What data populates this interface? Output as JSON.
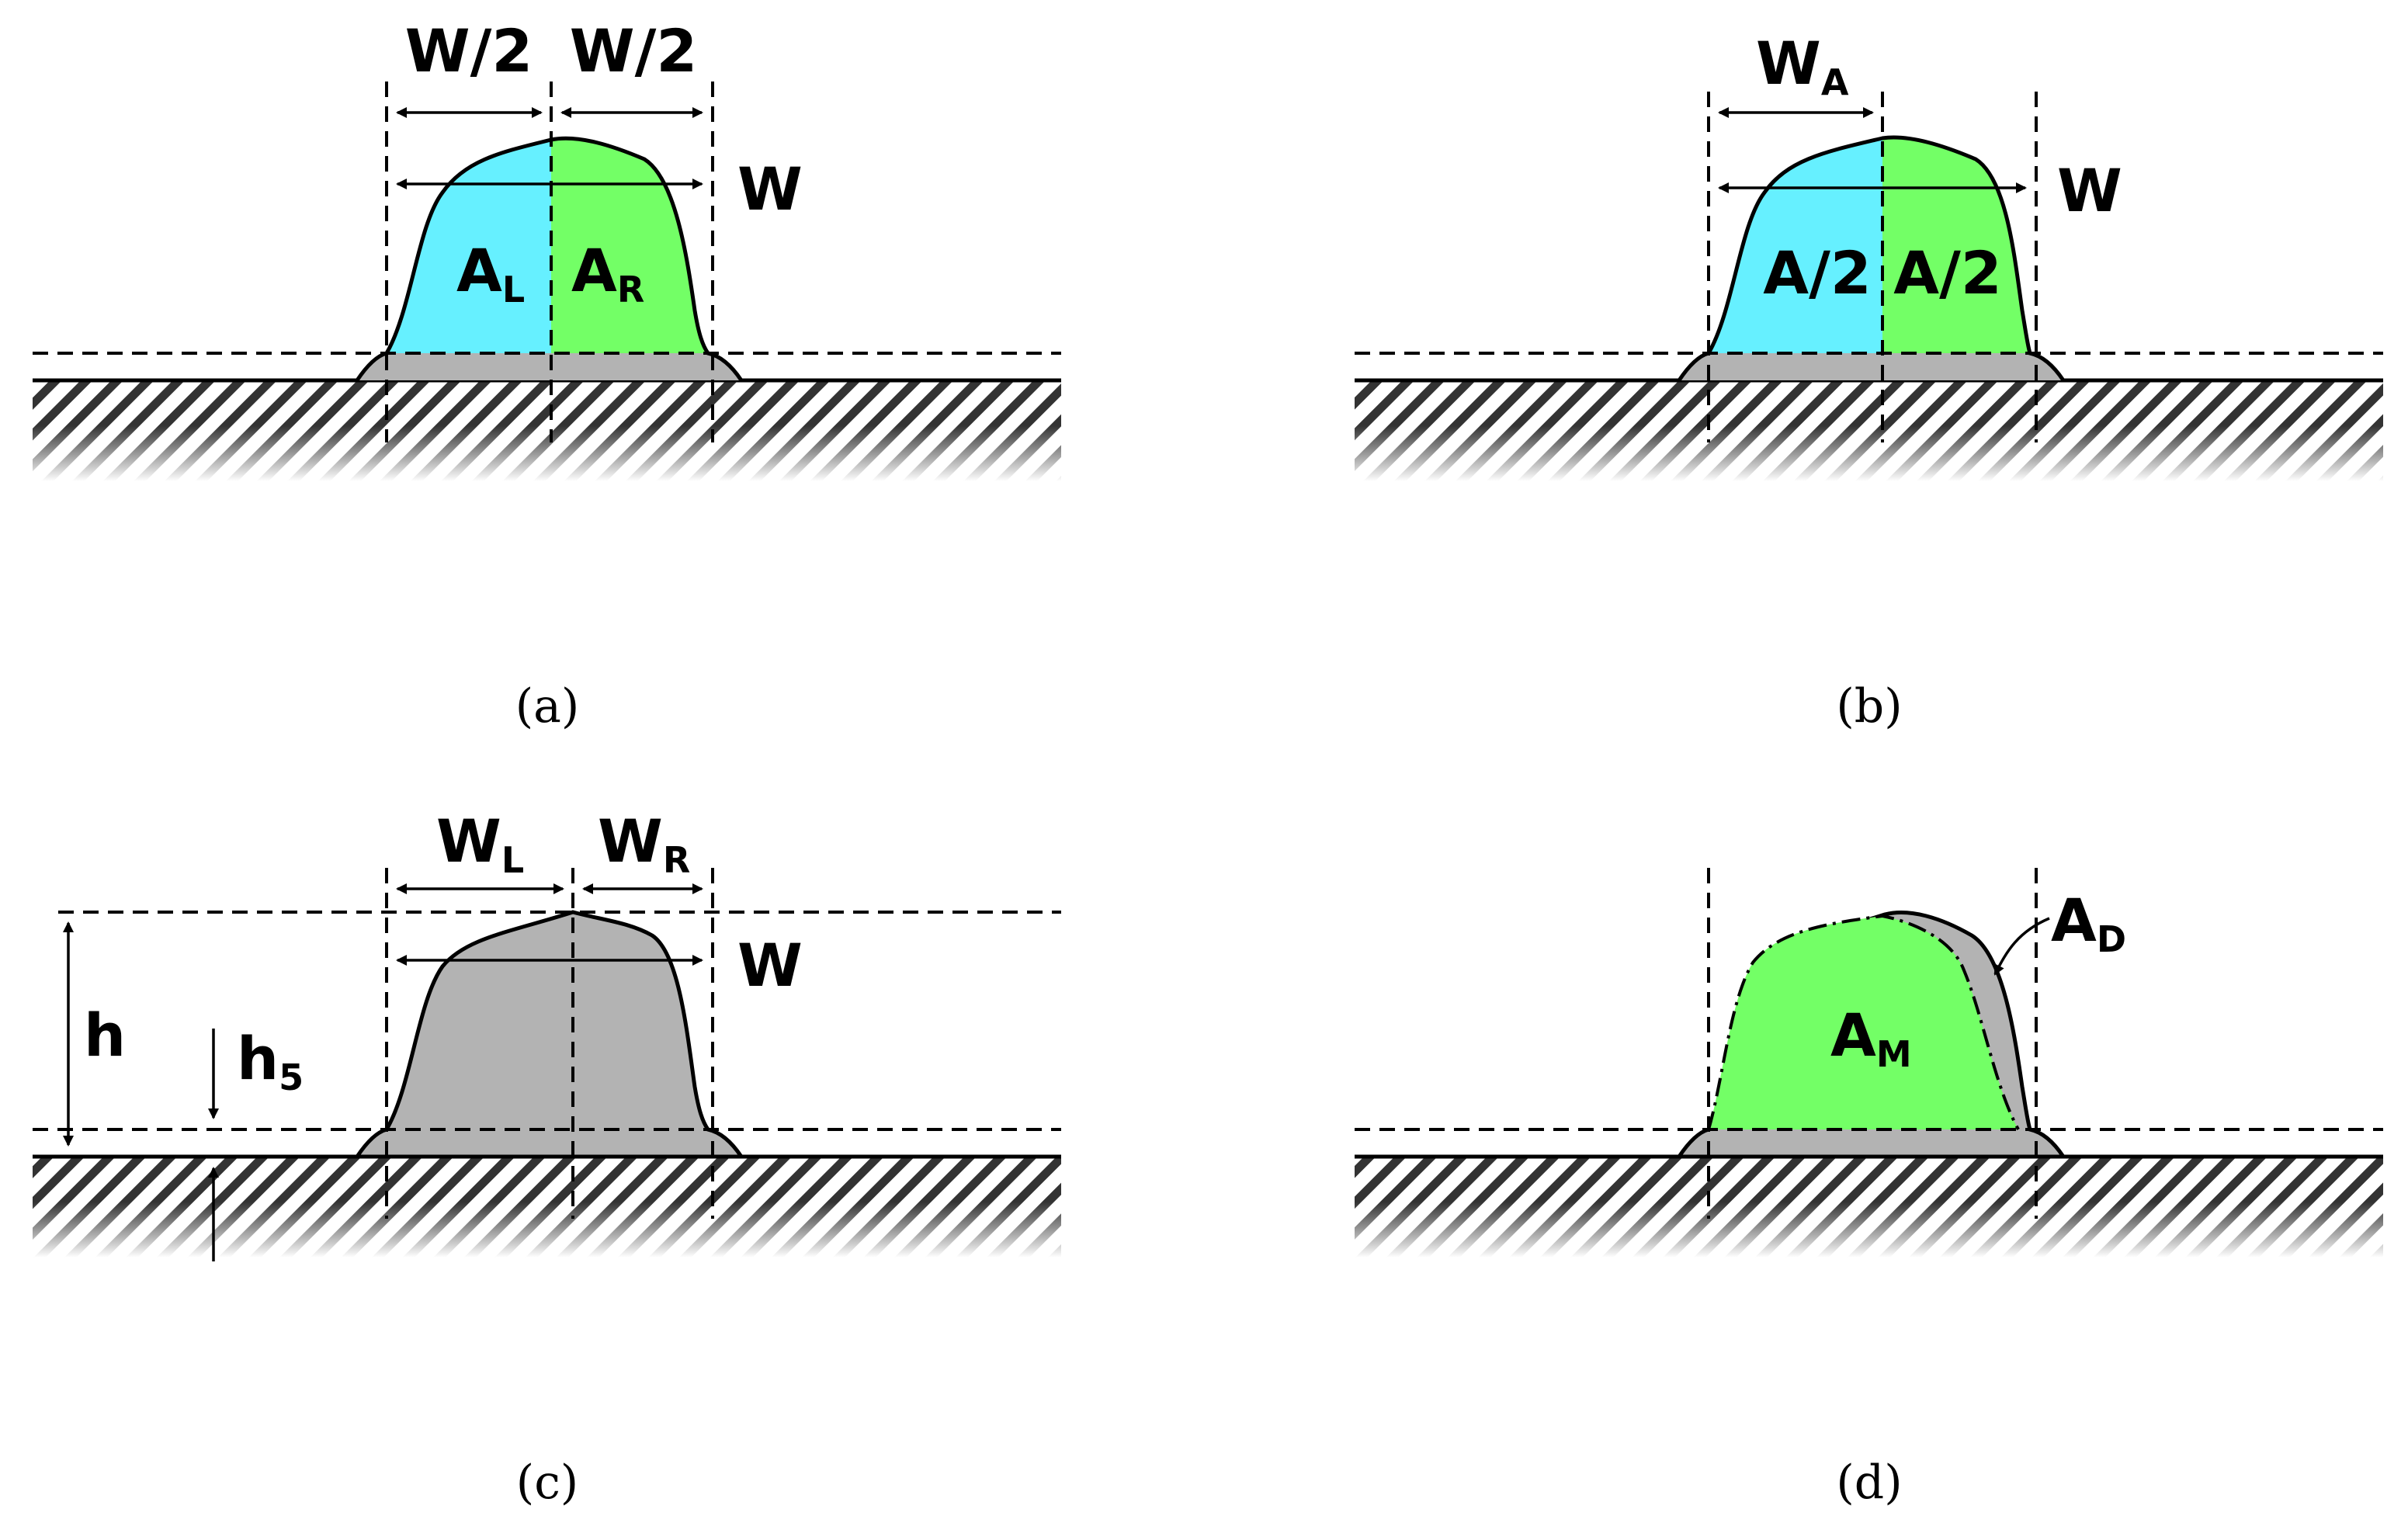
{
  "panels": {
    "a": {
      "caption": "(a)",
      "label_half_left": "W/2",
      "label_half_right": "W/2",
      "label_width": "W",
      "area_left": "A",
      "area_left_sub": "L",
      "area_right": "A",
      "area_right_sub": "R"
    },
    "b": {
      "caption": "(b)",
      "label_wa": "W",
      "label_wa_sub": "A",
      "label_width": "W",
      "area_left": "A/2",
      "area_right": "A/2"
    },
    "c": {
      "caption": "(c)",
      "label_wl": "W",
      "label_wl_sub": "L",
      "label_wr": "W",
      "label_wr_sub": "R",
      "label_width": "W",
      "label_h": "h",
      "label_h5": "h",
      "label_h5_sub": "5"
    },
    "d": {
      "caption": "(d)",
      "label_ad": "A",
      "label_ad_sub": "D",
      "label_am": "A",
      "label_am_sub": "M"
    }
  },
  "colors": {
    "area_left": "#66f0ff",
    "area_right": "#73ff66",
    "bead_gray": "#b3b3b3",
    "substrate_hatch": "#333333"
  }
}
